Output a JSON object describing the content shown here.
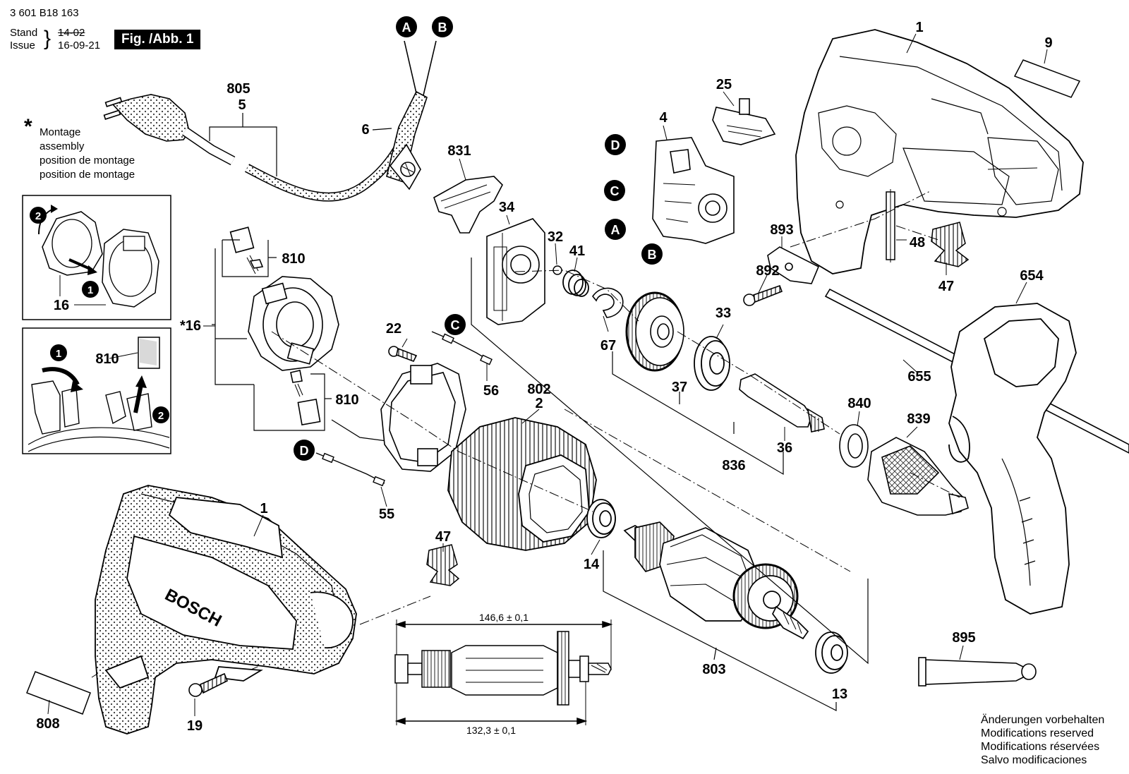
{
  "header": {
    "part_number": "3 601 B18 163",
    "stand_label": "Stand",
    "issue_label": "Issue",
    "stand_date": "14-02",
    "issue_date": "16-09-21",
    "figure_label": "Fig. /Abb. 1"
  },
  "assembly_note": {
    "star": "*",
    "lines": [
      "Montage",
      "assembly",
      "position de montage",
      "position de montage"
    ]
  },
  "part_labels": {
    "p1_top": "1",
    "p9": "9",
    "p25": "25",
    "p4": "4",
    "p805": "805",
    "p5": "5",
    "p6": "6",
    "p831": "831",
    "p34": "34",
    "p32": "32",
    "p41": "41",
    "p893": "893",
    "p892": "892",
    "p48": "48",
    "p47_top": "47",
    "p654": "654",
    "p810_top": "810",
    "p16_star": "16",
    "p16_inset": "16",
    "p810_inset": "810",
    "p22": "22",
    "p56": "56",
    "p802": "802",
    "p2": "2",
    "p67": "67",
    "p33": "33",
    "p37": "37",
    "p655": "655",
    "p840": "840",
    "p839": "839",
    "p810_bottom": "810",
    "p836": "836",
    "p36": "36",
    "p55": "55",
    "p1_bottom": "1",
    "p47_bottom": "47",
    "p14": "14",
    "p803": "803",
    "p13": "13",
    "p895": "895",
    "p808": "808",
    "p19": "19"
  },
  "connector_markers": {
    "a_top": "A",
    "b_top": "B",
    "d_switch": "D",
    "c_switch": "C",
    "a_switch": "A",
    "b_switch": "B",
    "c_wire": "C",
    "d_wire": "D"
  },
  "inset_markers": {
    "step1": "1",
    "step2": "2"
  },
  "brand_text": "BOSCH",
  "dimensions": {
    "top": "146,6 ± 0,1",
    "bottom": "132,3 ± 0,1"
  },
  "modifications": [
    "Änderungen vorbehalten",
    "Modifications reserved",
    "Modifications réservées",
    "Salvo modificaciones"
  ]
}
